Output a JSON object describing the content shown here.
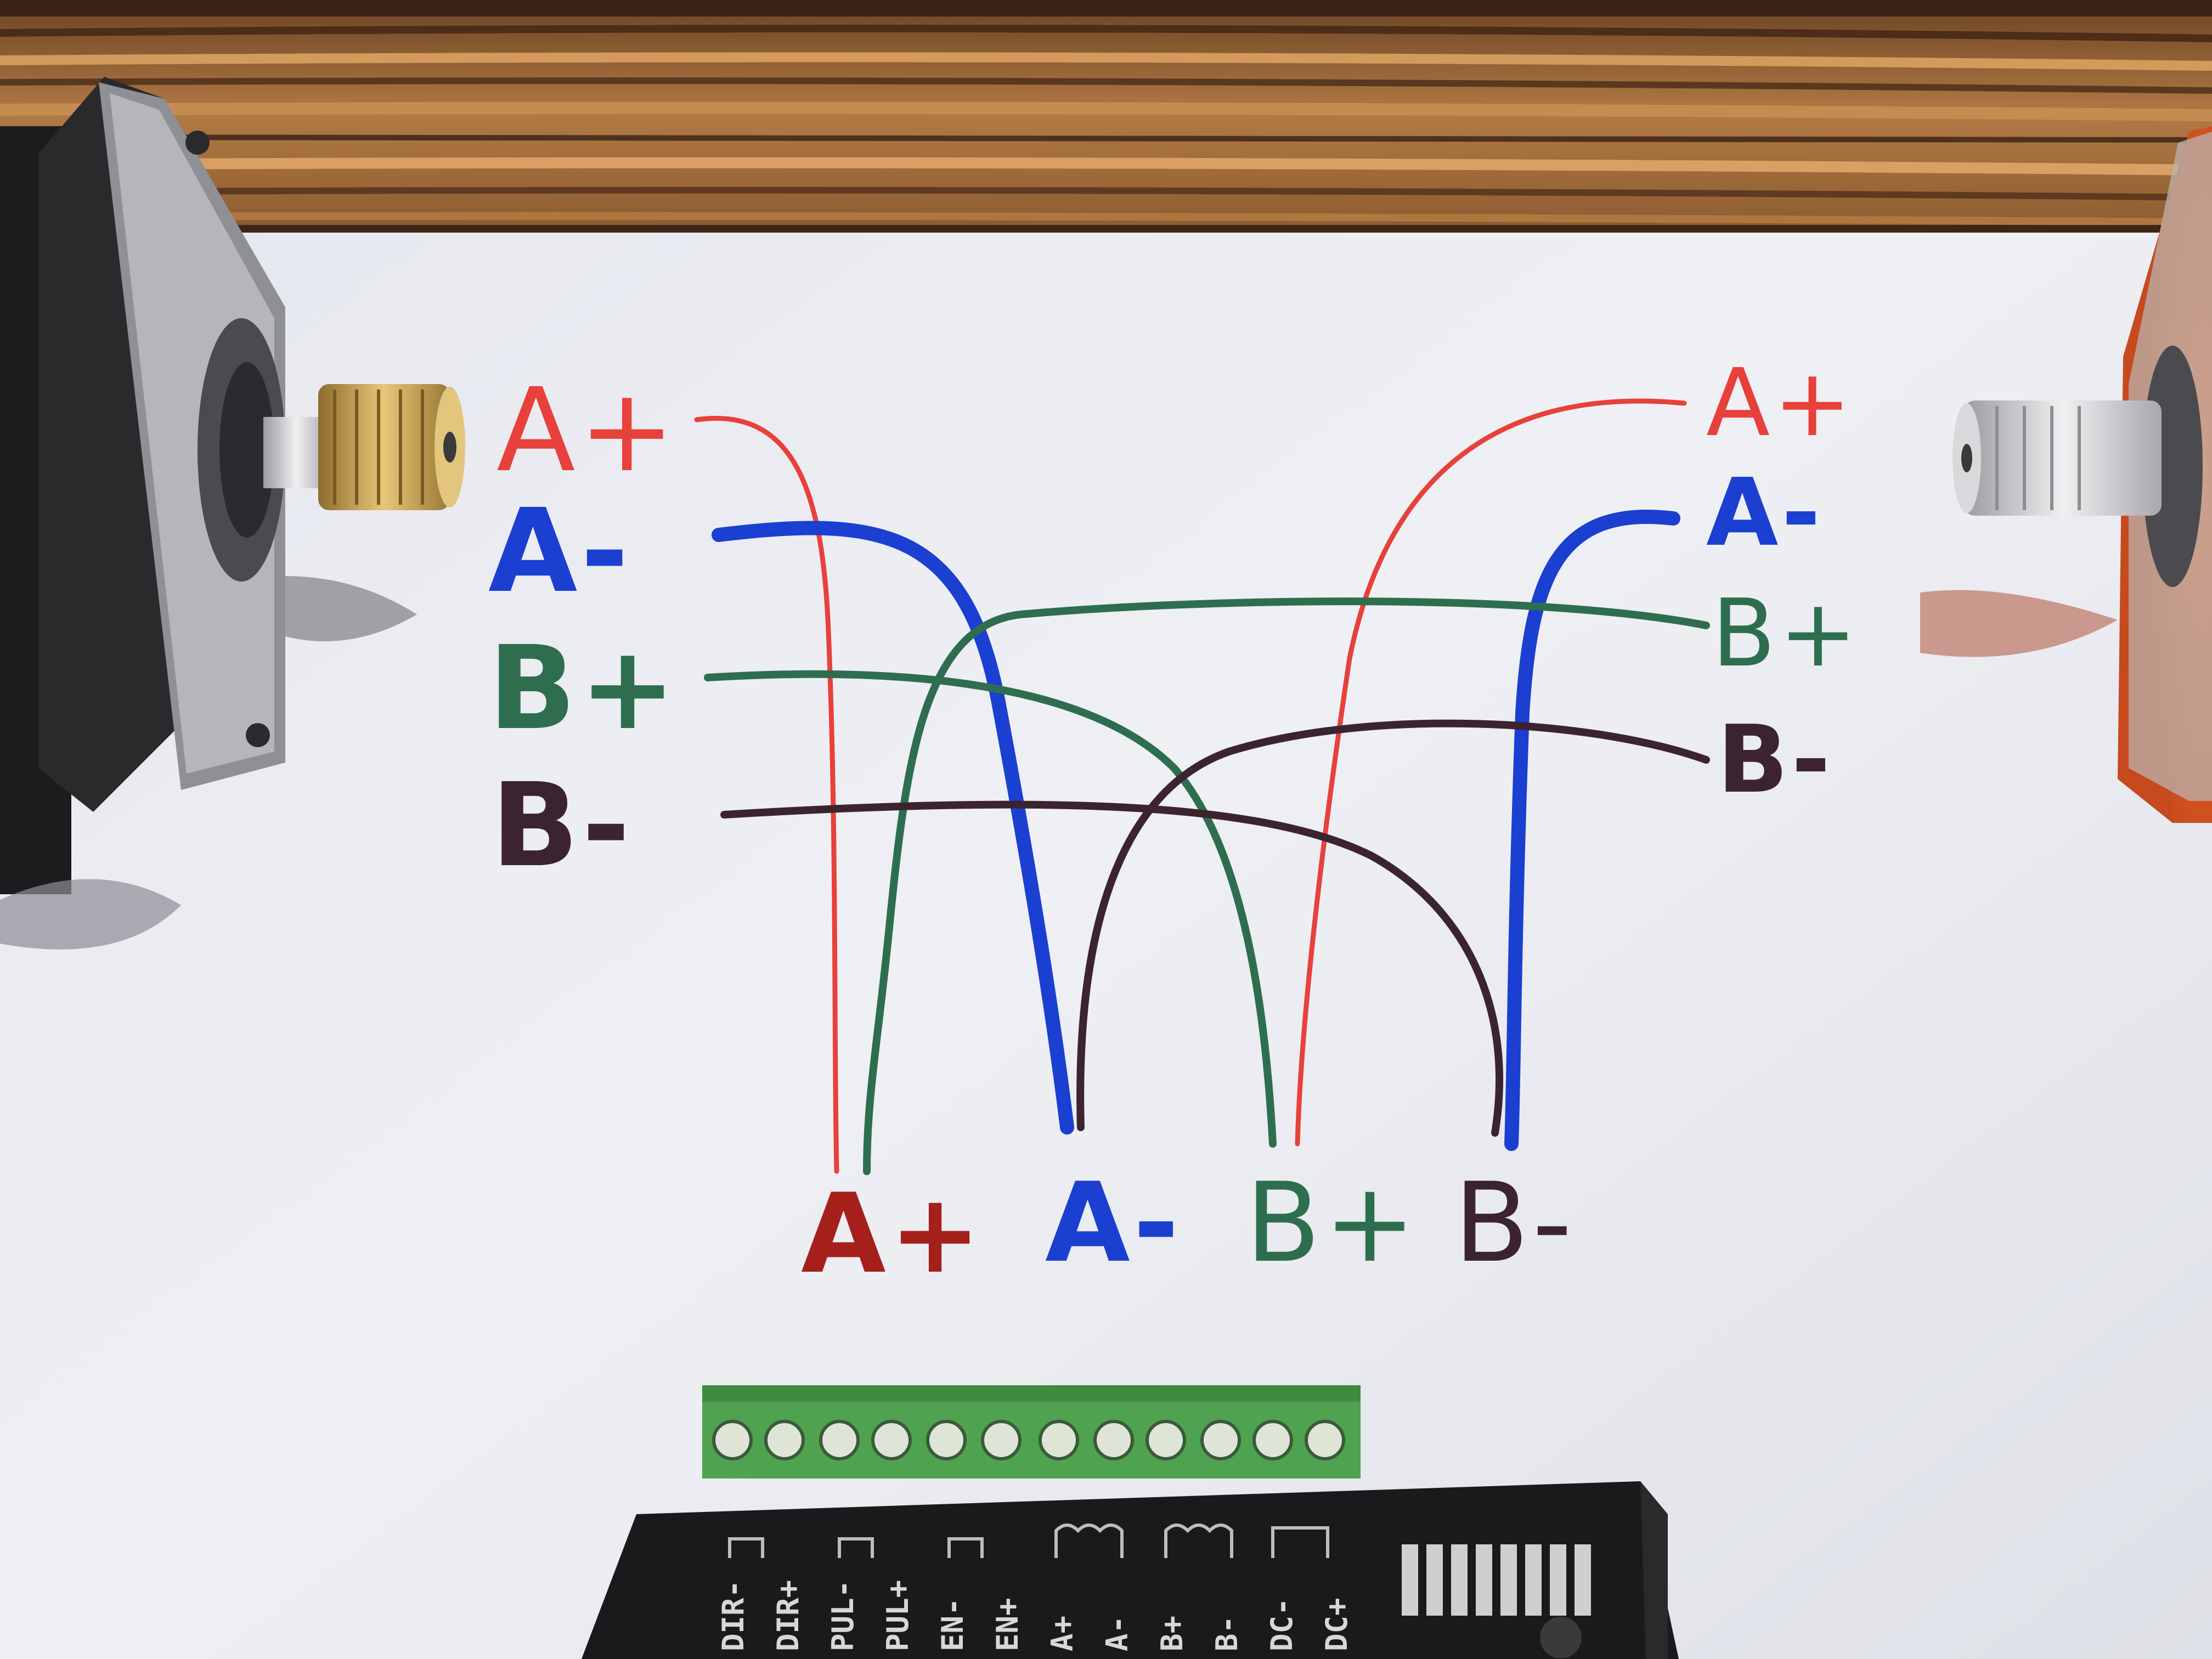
{
  "colors": {
    "wood": "#a9763f",
    "wood_dark": "#5a3820",
    "paper": "#eceef3",
    "red": "#e8403a",
    "red_dark": "#a51f1b",
    "blue": "#1b3fd0",
    "green": "#2e6e4f",
    "brown": "#3b2430",
    "terminal_green": "#4fa24f",
    "driver_black": "#1a1a1c"
  },
  "left_motor_labels": {
    "a_plus": "A+",
    "a_minus": "A-",
    "b_plus": "B+",
    "b_minus": "B-"
  },
  "right_motor_labels": {
    "a_plus": "A+",
    "a_minus": "A-",
    "b_plus": "B+",
    "b_minus": "B-"
  },
  "driver_labels": {
    "a_plus": "A+",
    "a_minus": "A-",
    "b_plus": "B+",
    "b_minus": "B-"
  },
  "driver_terminals": [
    "DIR-",
    "DIR+",
    "PUL-",
    "PUL+",
    "EN-",
    "EN+",
    "A+",
    "A-",
    "B+",
    "B-",
    "DC-",
    "DC+"
  ],
  "icons": {
    "left_motor": "stepper-motor-icon",
    "right_motor": "stepper-motor-icon",
    "driver": "stepper-driver-icon",
    "terminal_block": "screw-terminal-icon"
  }
}
